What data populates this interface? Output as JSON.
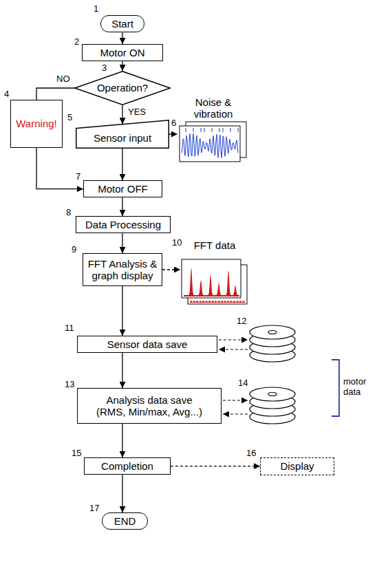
{
  "diagram": {
    "nodes": [
      {
        "text": [
          "Start"
        ]
      },
      {
        "text": [
          "Motor ON"
        ]
      },
      {
        "text": [
          "Operation?"
        ]
      },
      {
        "text": [
          "Warning!"
        ]
      },
      {
        "text": [
          "Sensor input"
        ]
      },
      {
        "text": [
          "Noise & vibration"
        ]
      },
      {
        "text": [
          "Motor OFF"
        ]
      },
      {
        "text": [
          "Data Processing"
        ]
      },
      {
        "text": [
          "FFT Analysis & graph display"
        ]
      },
      {
        "text": [
          "FFT data"
        ]
      },
      {
        "text": [
          "Sensor data save"
        ]
      },
      {
        "text": [
          "Analysis data save",
          "(RMS, Min/max, Avg...)"
        ]
      },
      {
        "text": [
          "Completion"
        ]
      },
      {
        "text": [
          "Display"
        ]
      },
      {
        "text": [
          "END"
        ]
      }
    ],
    "edges": [
      {
        "from": 0,
        "to": 1,
        "arrow": "to"
      },
      {
        "from": 1,
        "to": 2,
        "arrow": "to"
      },
      {
        "from": 2,
        "to": 3,
        "label": "NO",
        "arrow": "none"
      },
      {
        "from": 2,
        "to": 4,
        "label": "YES",
        "arrow": "to"
      },
      {
        "from": 4,
        "to": 5,
        "arrow": "to"
      },
      {
        "from": 4,
        "to": 6,
        "arrow": "to"
      },
      {
        "from": 3,
        "to": 6,
        "arrow": "to"
      },
      {
        "from": 6,
        "to": 7,
        "arrow": "to"
      },
      {
        "from": 7,
        "to": 8,
        "arrow": "to"
      },
      {
        "from": 8,
        "to": 9,
        "arrow": "to"
      },
      {
        "from": 8,
        "to": 10,
        "arrow": "to"
      },
      {
        "from": 10,
        "to": 11,
        "arrow": "to"
      },
      {
        "from": 11,
        "to": 12,
        "arrow": "to"
      },
      {
        "from": 12,
        "to": 13,
        "arrow": "to"
      },
      {
        "from": 12,
        "to": 14,
        "arrow": "to"
      }
    ],
    "labels": [
      "1",
      "2",
      "3",
      "4",
      "5",
      "6",
      "7",
      "8",
      "9",
      "10",
      "11",
      "12",
      "13",
      "14",
      "15",
      "16",
      "17",
      "motor data"
    ]
  }
}
